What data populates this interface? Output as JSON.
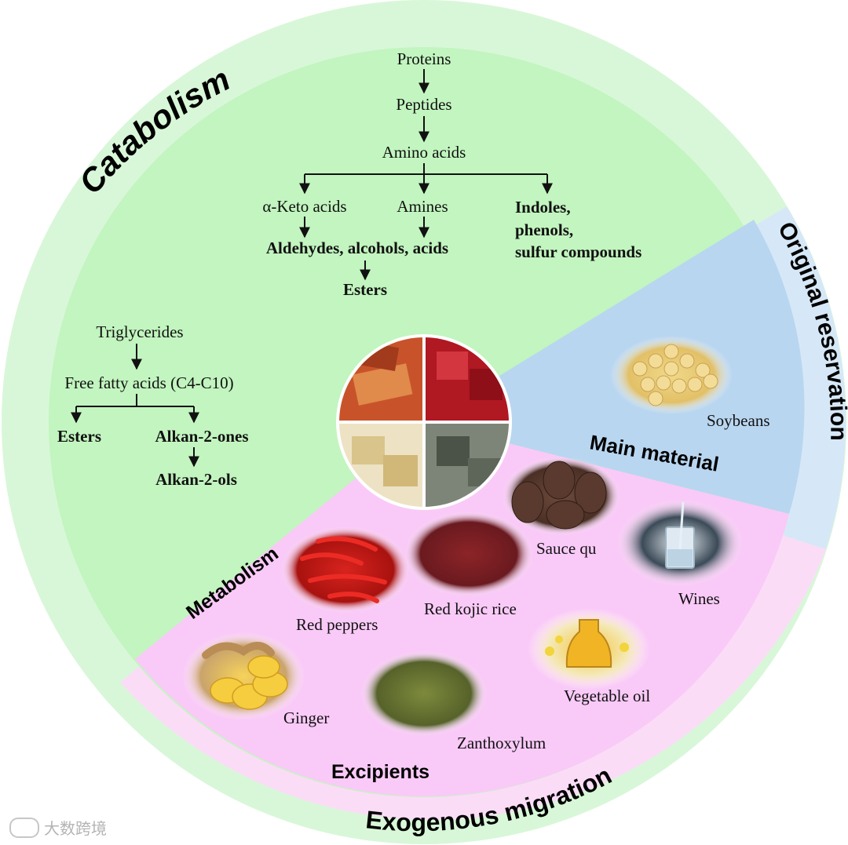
{
  "ring_labels": {
    "catabolism": "Catabolism",
    "original_reservation": "Original reservation",
    "exogenous_migration": "Exogenous migration"
  },
  "sector_labels": {
    "metabolism": "Metabolism",
    "main_material": "Main material",
    "excipients": "Excipients"
  },
  "protein_pathway": {
    "proteins": "Proteins",
    "peptides": "Peptides",
    "amino_acids": "Amino acids",
    "keto_acids": "α-Keto acids",
    "amines": "Amines",
    "indoles": "Indoles,",
    "phenols": "phenols,",
    "sulfur": "sulfur compounds",
    "aldehydes": "Aldehydes, alcohols, acids",
    "esters": "Esters"
  },
  "lipid_pathway": {
    "triglycerides": "Triglycerides",
    "free_fatty_acids": "Free fatty acids (C4-C10)",
    "esters": "Esters",
    "alkan_2_ones": "Alkan-2-ones",
    "alkan_2_ols": "Alkan-2-ols"
  },
  "ingredients": {
    "soybeans": "Soybeans",
    "sauce_qu": "Sauce qu",
    "wines": "Wines",
    "red_kojic_rice": "Red kojic rice",
    "red_peppers": "Red peppers",
    "vegetable_oil": "Vegetable oil",
    "ginger": "Ginger",
    "zanthoxylum": "Zanthoxylum"
  },
  "watermark": "大数跨境",
  "colors": {
    "outer_ring": "#d8f7d8",
    "metabolism": "#c2f5bf",
    "main_material": "#b9d6f0",
    "original_reservation_ring": "#d6e8f7",
    "excipients": "#f9caf7",
    "exogenous_ring": "#fbdcf7"
  }
}
